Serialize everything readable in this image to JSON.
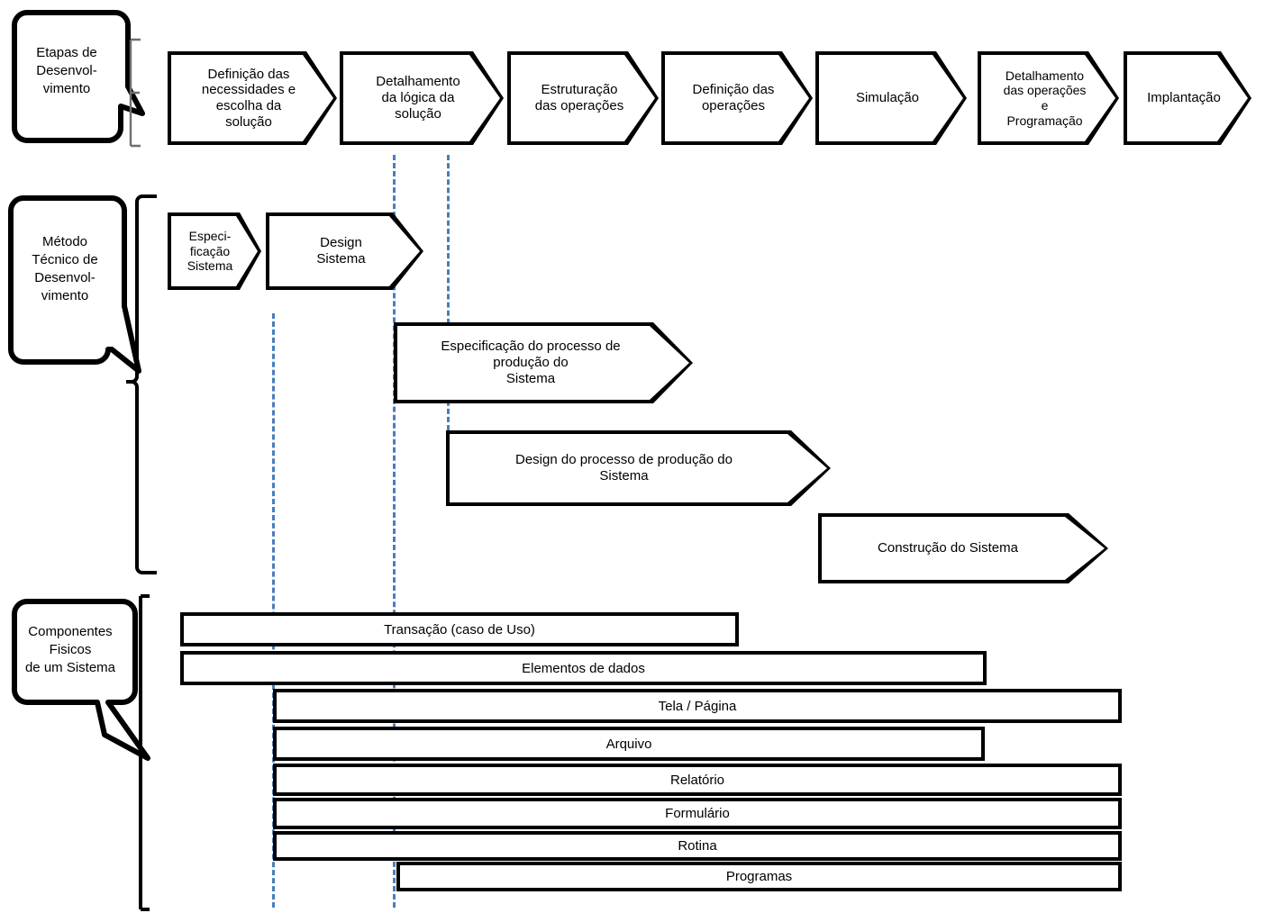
{
  "diagram": {
    "title": "Etapas de Desenvolvimento / Metodo Tecnico / Componentes Fisicos",
    "accent_dashed_color": "#4a7ebb",
    "stroke_color": "#000000",
    "background_color": "#ffffff"
  },
  "rows": {
    "row1": {
      "label": "Etapas de\nDesenvol-\nvimento"
    },
    "row2": {
      "label": "Método\nTécnico de\nDesenvol-\nvimento"
    },
    "row3": {
      "label": "Componentes\nFisicos\nde um Sistema"
    }
  },
  "stages": [
    {
      "id": "definicao-necessidades",
      "label": "Definição das\nnecessidades e\nescolha da\nsolução"
    },
    {
      "id": "detalhamento-logica",
      "label": "Detalhamento\nda lógica da\nsolução"
    },
    {
      "id": "estruturacao-operacoes",
      "label": "Estruturação\ndas operações"
    },
    {
      "id": "definicao-operacoes",
      "label": "Definição das\noperações"
    },
    {
      "id": "simulacao",
      "label": "Simulação"
    },
    {
      "id": "detalhamento-operacoes-programacao",
      "label": "Detalhamento\ndas operações\ne\nProgramação"
    },
    {
      "id": "implantacao",
      "label": "Implantação"
    }
  ],
  "method_steps": [
    {
      "id": "especificacao-sistema",
      "label": "Especi-\nficação\nSistema"
    },
    {
      "id": "design-sistema",
      "label": "Design\nSistema"
    },
    {
      "id": "especificacao-processo-producao",
      "label": "Especificação do processo de\nprodução do\nSistema"
    },
    {
      "id": "design-processo-producao",
      "label": "Design do processo de produção do\nSistema"
    },
    {
      "id": "construcao-sistema",
      "label": "Construção do Sistema"
    }
  ],
  "components": [
    {
      "id": "transacao",
      "label": "Transação  (caso de Uso)"
    },
    {
      "id": "elementos-de-dados",
      "label": "Elementos de dados"
    },
    {
      "id": "tela-pagina",
      "label": "Tela / Página"
    },
    {
      "id": "arquivo",
      "label": "Arquivo"
    },
    {
      "id": "relatorio",
      "label": "Relatório"
    },
    {
      "id": "formulario",
      "label": "Formulário"
    },
    {
      "id": "rotina",
      "label": "Rotina"
    },
    {
      "id": "programas",
      "label": "Programas"
    }
  ]
}
